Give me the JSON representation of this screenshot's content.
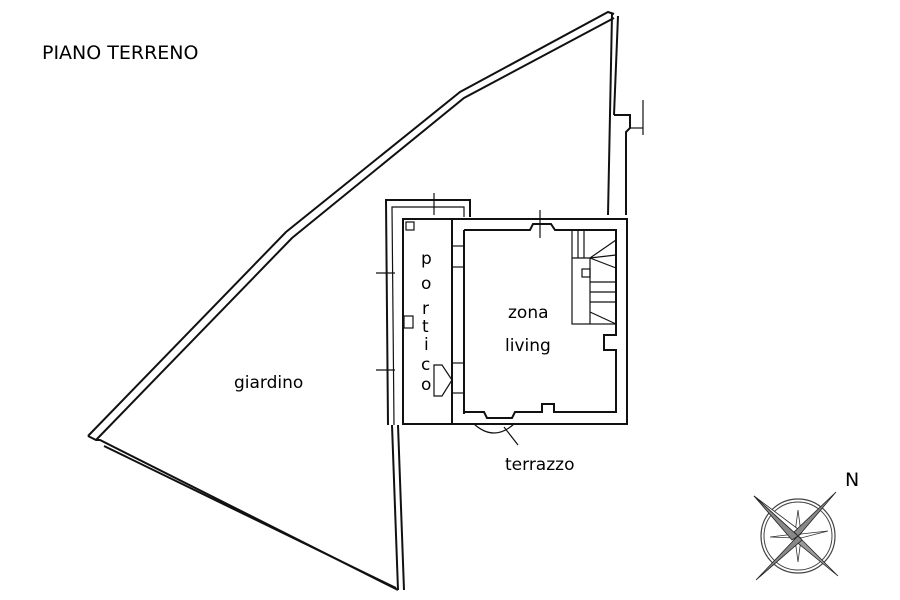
{
  "title": "PIANO TERRENO",
  "rooms": {
    "garden": "giardino",
    "portico_letters": [
      "p",
      "o",
      "r",
      "t",
      "i",
      "c",
      "o"
    ],
    "living_line1": "zona",
    "living_line2": "living",
    "terrace": "terrazzo"
  },
  "compass": {
    "north_label": "N",
    "icon": "compass-rose-icon"
  },
  "colors": {
    "line": "#111111",
    "background": "#ffffff",
    "compass_fill": "#888888"
  }
}
